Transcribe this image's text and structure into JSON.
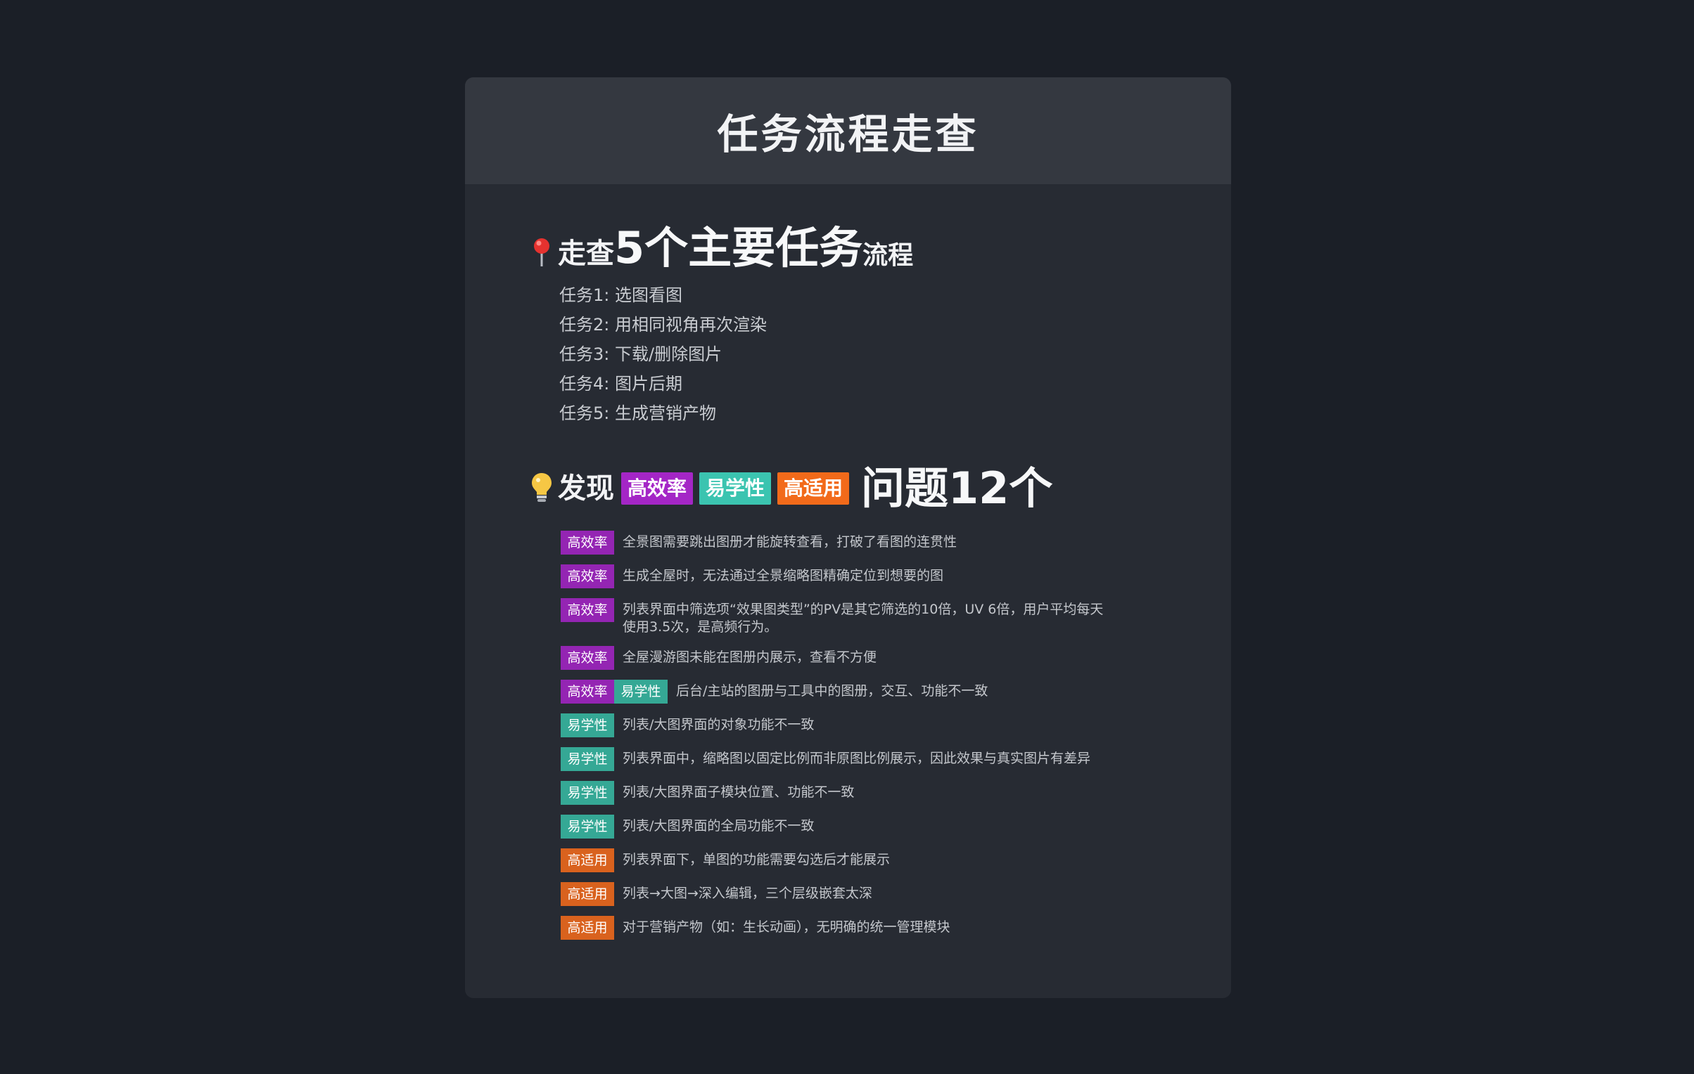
{
  "header": {
    "title": "任务流程走查"
  },
  "section_tasks": {
    "title_prefix": "走查",
    "title_highlight": "5个主要任务",
    "title_suffix": "流程",
    "icon": "pushpin-icon",
    "tasks": [
      "任务1: 选图看图",
      "任务2: 用相同视角再次渲染",
      "任务3: 下载/删除图片",
      "任务4: 图片后期",
      "任务5: 生成营销产物"
    ]
  },
  "section_issues": {
    "title_prefix": "发现",
    "tag_efficiency": "高效率",
    "tag_learnability": "易学性",
    "tag_applicability": "高适用",
    "title_highlight": "问题12个",
    "icon": "lightbulb-icon",
    "colors": {
      "efficiency": "#9425b3",
      "learnability": "#35a895",
      "applicability": "#d9621e"
    },
    "items": [
      {
        "tags": [
          "高效率"
        ],
        "text": "全景图需要跳出图册才能旋转查看，打破了看图的连贯性"
      },
      {
        "tags": [
          "高效率"
        ],
        "text": "生成全屋时，无法通过全景缩略图精确定位到想要的图"
      },
      {
        "tags": [
          "高效率"
        ],
        "text": "列表界面中筛选项“效果图类型”的PV是其它筛选的10倍，UV 6倍，用户平均每天使用3.5次，是高频行为。"
      },
      {
        "tags": [
          "高效率"
        ],
        "text": "全屋漫游图未能在图册内展示，查看不方便"
      },
      {
        "tags": [
          "高效率",
          "易学性"
        ],
        "text": "后台/主站的图册与工具中的图册，交互、功能不一致"
      },
      {
        "tags": [
          "易学性"
        ],
        "text": "列表/大图界面的对象功能不一致"
      },
      {
        "tags": [
          "易学性"
        ],
        "text": "列表界面中，缩略图以固定比例而非原图比例展示，因此效果与真实图片有差异"
      },
      {
        "tags": [
          "易学性"
        ],
        "text": "列表/大图界面子模块位置、功能不一致"
      },
      {
        "tags": [
          "易学性"
        ],
        "text": "列表/大图界面的全局功能不一致"
      },
      {
        "tags": [
          "高适用"
        ],
        "text": "列表界面下，单图的功能需要勾选后才能展示"
      },
      {
        "tags": [
          "高适用"
        ],
        "text": "列表→大图→深入编辑，三个层级嵌套太深"
      },
      {
        "tags": [
          "高适用"
        ],
        "text": "对于营销产物（如：生长动画），无明确的统一管理模块"
      }
    ]
  }
}
